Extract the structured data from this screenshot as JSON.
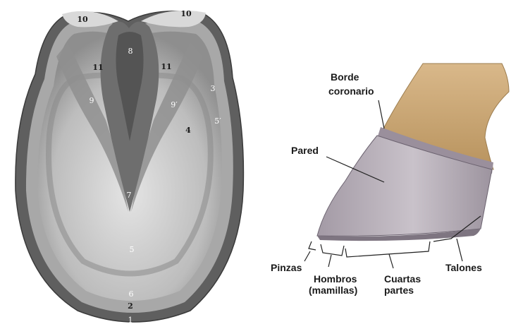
{
  "sole_numbers": {
    "n10_left": "10",
    "n10_right": "10",
    "n8": "8",
    "n11_left": "11",
    "n11_right": "11",
    "n9_left": "9",
    "n9_right": "9′",
    "n3": "3",
    "n5_right": "5′",
    "n4": "4",
    "n7": "7",
    "n5": "5",
    "n6": "6",
    "n2": "2",
    "n1": "1"
  },
  "hoof_labels": {
    "borde": "Borde",
    "coronario": "coronario",
    "pared": "Pared",
    "pinzas": "Pinzas",
    "hombros": "Hombros",
    "mamillas": "(mamillas)",
    "cuartas": "Cuartas",
    "partes": "partes",
    "talones": "Talones"
  },
  "colors": {
    "wall_outer": "#6f6f6f",
    "sole": "#c8c8c8",
    "frog": "#7a7a7a",
    "hoof_wall": "#b4a9b4",
    "coronet": "#c7a57a"
  }
}
